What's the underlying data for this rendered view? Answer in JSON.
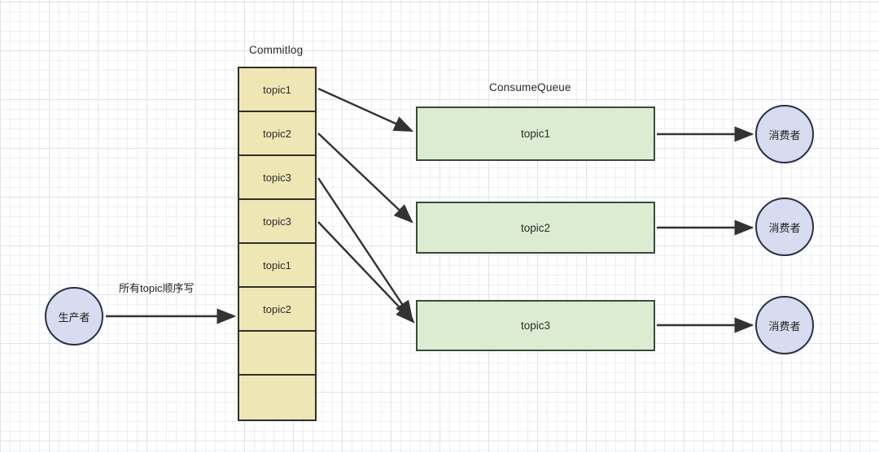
{
  "diagram": {
    "title_commitlog": "Commitlog",
    "title_consumequeue": "ConsumeQueue",
    "producer": {
      "label": "生产者"
    },
    "write_edge_label": "所有topic顺序写",
    "commitlog_cells": [
      {
        "label": "topic1"
      },
      {
        "label": "topic2"
      },
      {
        "label": "topic3"
      },
      {
        "label": "topic3"
      },
      {
        "label": "topic1"
      },
      {
        "label": "topic2"
      },
      {
        "label": ""
      },
      {
        "label": ""
      }
    ],
    "consume_queues": [
      {
        "label": "topic1"
      },
      {
        "label": "topic2"
      },
      {
        "label": "topic3"
      }
    ],
    "consumers": [
      {
        "label": "消费者"
      },
      {
        "label": "消费者"
      },
      {
        "label": "消费者"
      }
    ],
    "colors": {
      "commitlog_fill": "#efe6b6",
      "commitlog_stroke": "#30302a",
      "consumequeue_fill": "#dcecd2",
      "consumequeue_stroke": "#3a4a3a",
      "circle_fill": "#d7dcf0",
      "circle_stroke": "#2a2f45",
      "arrow_stroke": "#333333",
      "background": "#ffffff",
      "grid": "#e1e4ea"
    }
  }
}
